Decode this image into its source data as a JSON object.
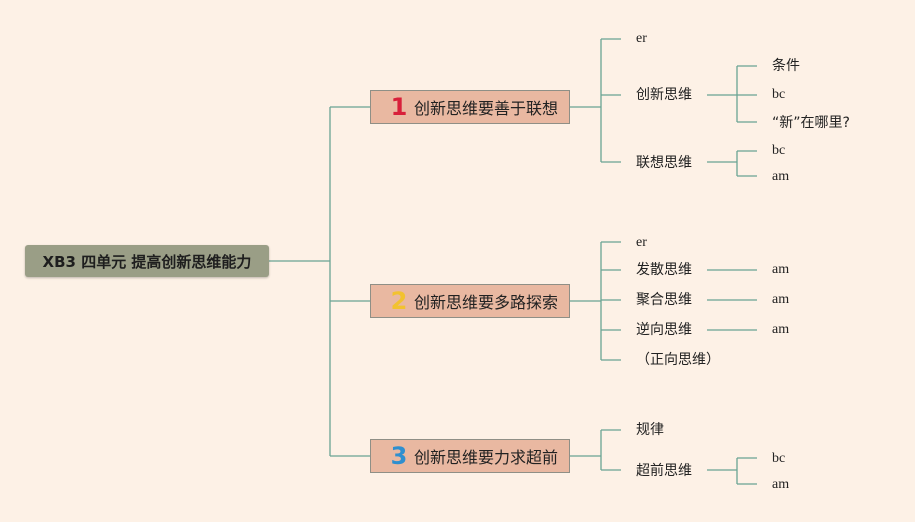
{
  "root": {
    "label": "XB3 四单元 提高创新思维能力"
  },
  "branches": [
    {
      "num": "1",
      "label": "创新思维要善于联想",
      "children": [
        {
          "label": "er"
        },
        {
          "label": "创新思维",
          "children": [
            {
              "label": "条件"
            },
            {
              "label": "bc"
            },
            {
              "label": "“新”在哪里?"
            }
          ]
        },
        {
          "label": "联想思维",
          "children": [
            {
              "label": "bc"
            },
            {
              "label": "am"
            }
          ]
        }
      ]
    },
    {
      "num": "2",
      "label": "创新思维要多路探索",
      "children": [
        {
          "label": "er"
        },
        {
          "label": "发散思维",
          "children": [
            {
              "label": "am"
            }
          ]
        },
        {
          "label": "聚合思维",
          "children": [
            {
              "label": "am"
            }
          ]
        },
        {
          "label": "逆向思维",
          "children": [
            {
              "label": "am"
            }
          ]
        },
        {
          "label": "（正向思维）"
        }
      ]
    },
    {
      "num": "3",
      "label": "创新思维要力求超前",
      "children": [
        {
          "label": "规律"
        },
        {
          "label": "超前思维",
          "children": [
            {
              "label": "bc"
            },
            {
              "label": "am"
            }
          ]
        }
      ]
    }
  ],
  "colors": {
    "background": "#fdf1e6",
    "root_fill": "#9a9e86",
    "branch_fill": "#e9b8a1",
    "line": "#6aa494",
    "num1": "#d8203a",
    "num2": "#f2c230",
    "num3": "#2f8fcf"
  }
}
